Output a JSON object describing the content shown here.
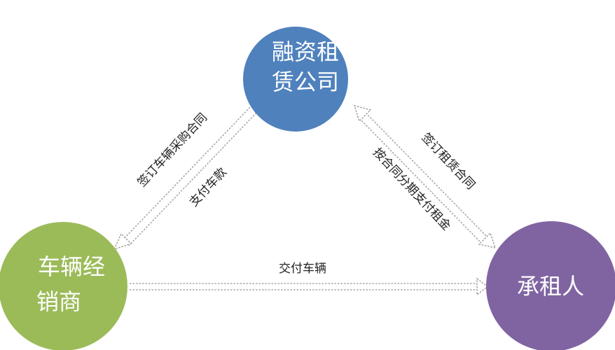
{
  "nodes": {
    "leasing_company": {
      "line1": "融资租",
      "line2": "赁公司",
      "color": "#4f81bd"
    },
    "dealer": {
      "line1": "车辆经",
      "line2": "销商",
      "color": "#9bbb59"
    },
    "lessee": {
      "label": "承租人",
      "color": "#8064a2"
    }
  },
  "edges": {
    "purchase_contract": "签订车辆采购合同",
    "pay_vehicle": "支付车款",
    "lease_contract": "签订租赁合同",
    "pay_rent": "按合同分期支付租金",
    "deliver_vehicle": "交付车辆"
  }
}
